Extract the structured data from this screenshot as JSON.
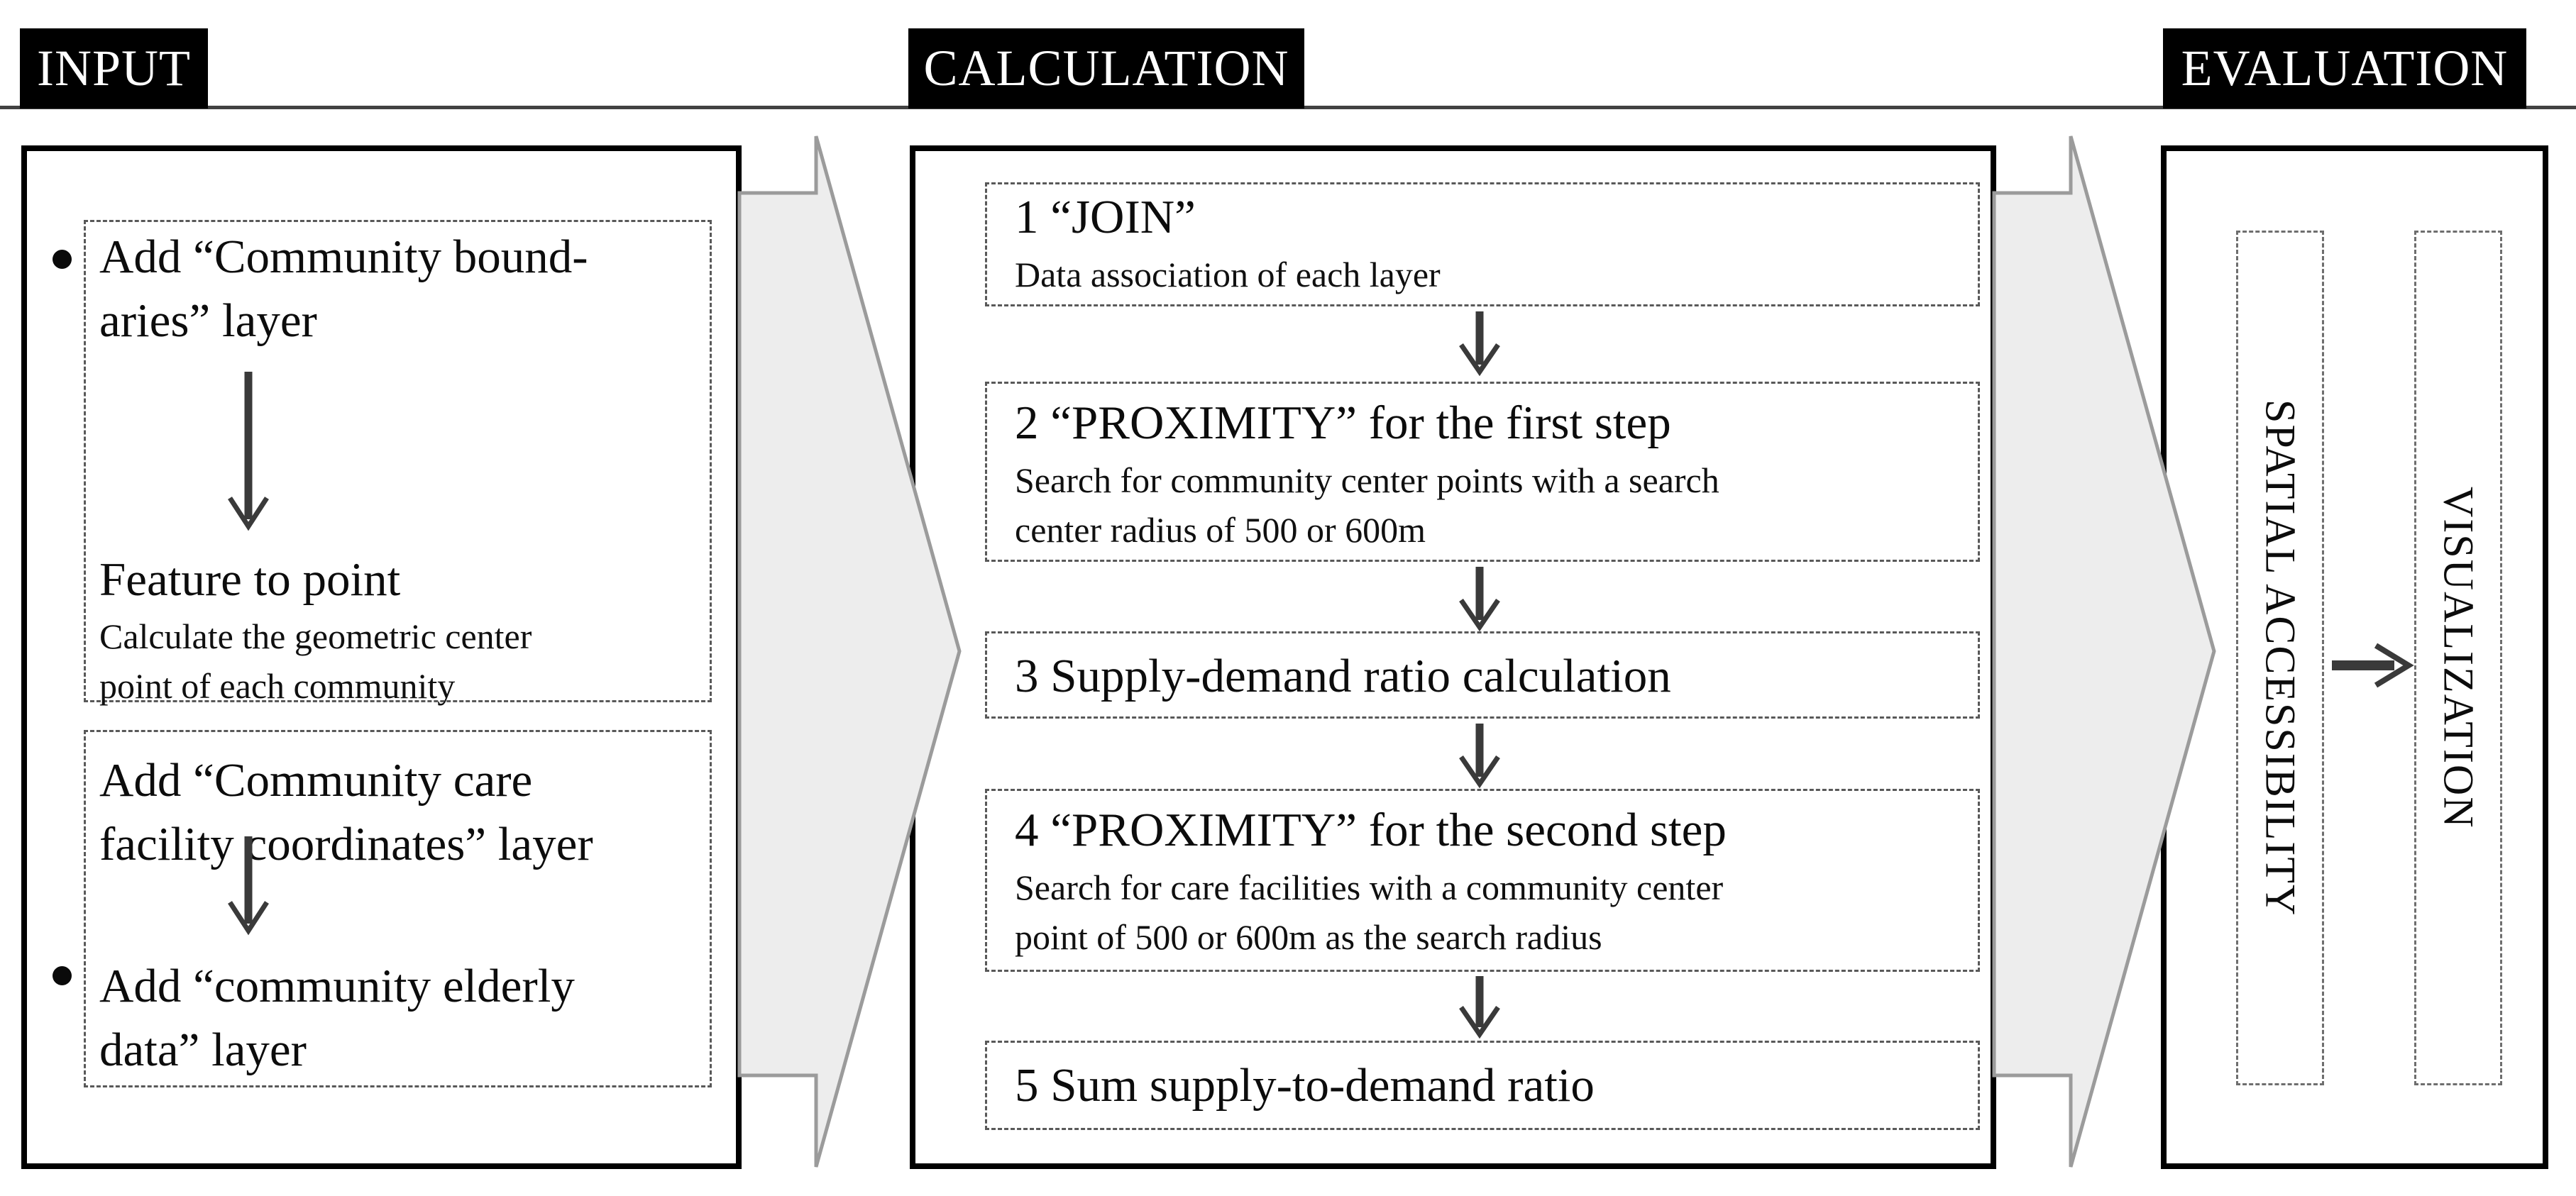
{
  "header": {
    "input_label": "INPUT",
    "calculation_label": "CALCULATION",
    "evaluation_label": "EVALUATION"
  },
  "input": {
    "box1": {
      "line1": "Add “Community bound-",
      "line2": "aries” layer",
      "step_title": "Feature to point",
      "step_sub1": "Calculate the geometric center",
      "step_sub2": "point of each community"
    },
    "box2": {
      "line1": "Add “Community care",
      "line2": "facility coordinates” layer",
      "step_line1": "Add “community elderly",
      "step_line2": "data” layer"
    }
  },
  "calculation": {
    "steps": [
      {
        "title": "1 “JOIN”",
        "sub1": "Data association of each layer"
      },
      {
        "title": "2 “PROXIMITY” for the first step",
        "sub1": "Search for community center points with a search",
        "sub2": "center radius of 500 or 600m"
      },
      {
        "title": "3 Supply-demand ratio calculation"
      },
      {
        "title": "4 “PROXIMITY” for the second step",
        "sub1": "Search for care facilities with a community center",
        "sub2": "point of 500 or 600m as the search radius"
      },
      {
        "title": "5 Sum supply-to-demand ratio"
      }
    ]
  },
  "evaluation": {
    "box1": "SPATIAL ACCESSIBILITY",
    "box2": "VISUALIZATION"
  },
  "colors": {
    "label_bg": "#000000",
    "label_text": "#ffffff",
    "panel_border": "#000000",
    "dashed_border": "#595959",
    "block_arrow_fill": "#ededed",
    "block_arrow_stroke": "#9b9b9b",
    "flow_arrow": "#3a3a3a"
  }
}
